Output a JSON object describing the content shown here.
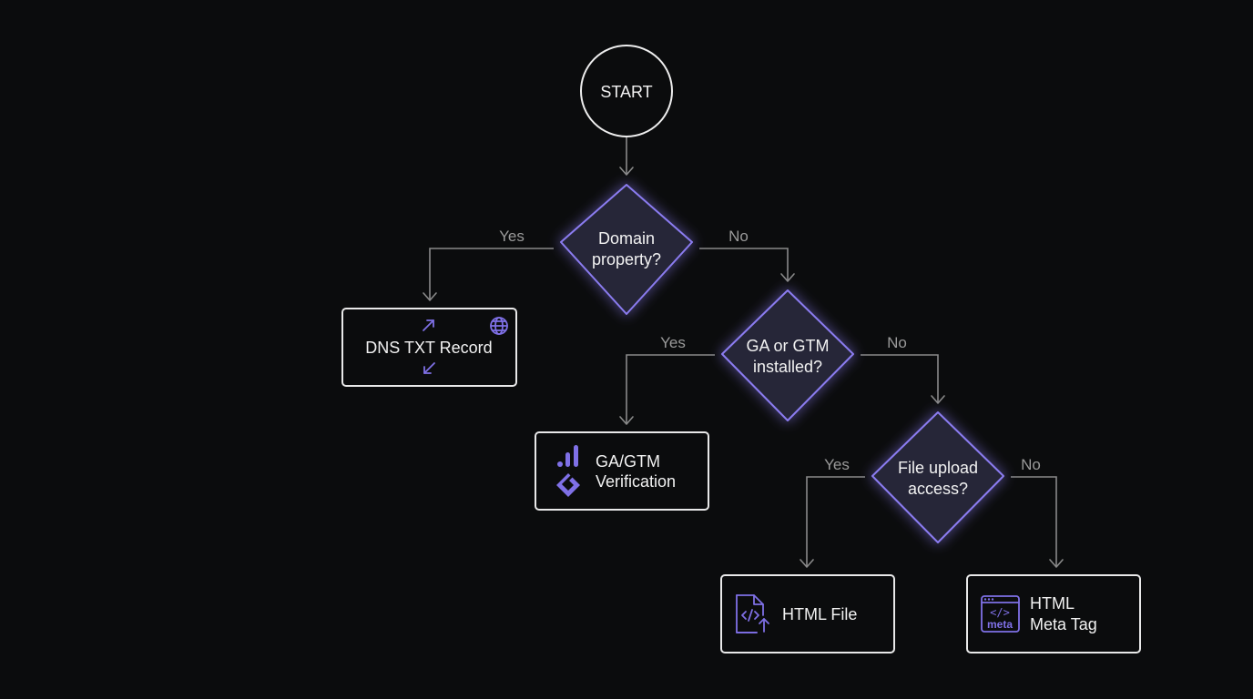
{
  "colors": {
    "background": "#0b0c0d",
    "node_border": "#e9e9e9",
    "decision_fill": "#252638",
    "decision_border": "#8b7cf0",
    "accent": "#7f70e6",
    "edge": "#8a8a8a",
    "branch_label": "#9a9a9a"
  },
  "nodes": {
    "start": {
      "label": "START"
    },
    "domain": {
      "line1": "Domain",
      "line2": "property?"
    },
    "ga_gtm": {
      "line1": "GA or GTM",
      "line2": "installed?"
    },
    "file_upload": {
      "line1": "File upload",
      "line2": "access?"
    },
    "dns": {
      "label": "DNS TXT Record",
      "icon": "globe-icon"
    },
    "ga_verification": {
      "line1": "GA/GTM",
      "line2": "Verification",
      "icons": [
        "analytics-bars-icon",
        "tag-manager-icon"
      ]
    },
    "html_file": {
      "label": "HTML File",
      "icon": "code-file-upload-icon"
    },
    "meta_tag": {
      "line1": "HTML",
      "line2": "Meta Tag",
      "icon": "meta-tag-window-icon",
      "icon_text": "meta",
      "icon_code": "</>"
    }
  },
  "edges": {
    "domain_yes": "Yes",
    "domain_no": "No",
    "ga_yes": "Yes",
    "ga_no": "No",
    "file_yes": "Yes",
    "file_no": "No"
  }
}
